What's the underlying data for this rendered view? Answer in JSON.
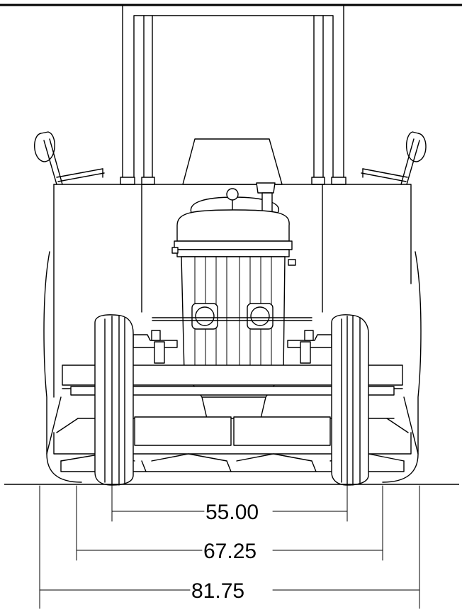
{
  "drawing": {
    "subject": "tractor-with-mower-deck-front-elevation",
    "dimensions": [
      {
        "id": "dim-inner",
        "label": "55.00"
      },
      {
        "id": "dim-middle",
        "label": "67.25"
      },
      {
        "id": "dim-outer",
        "label": "81.75"
      }
    ]
  },
  "colors": {
    "line": "#000000",
    "background": "#ffffff"
  }
}
